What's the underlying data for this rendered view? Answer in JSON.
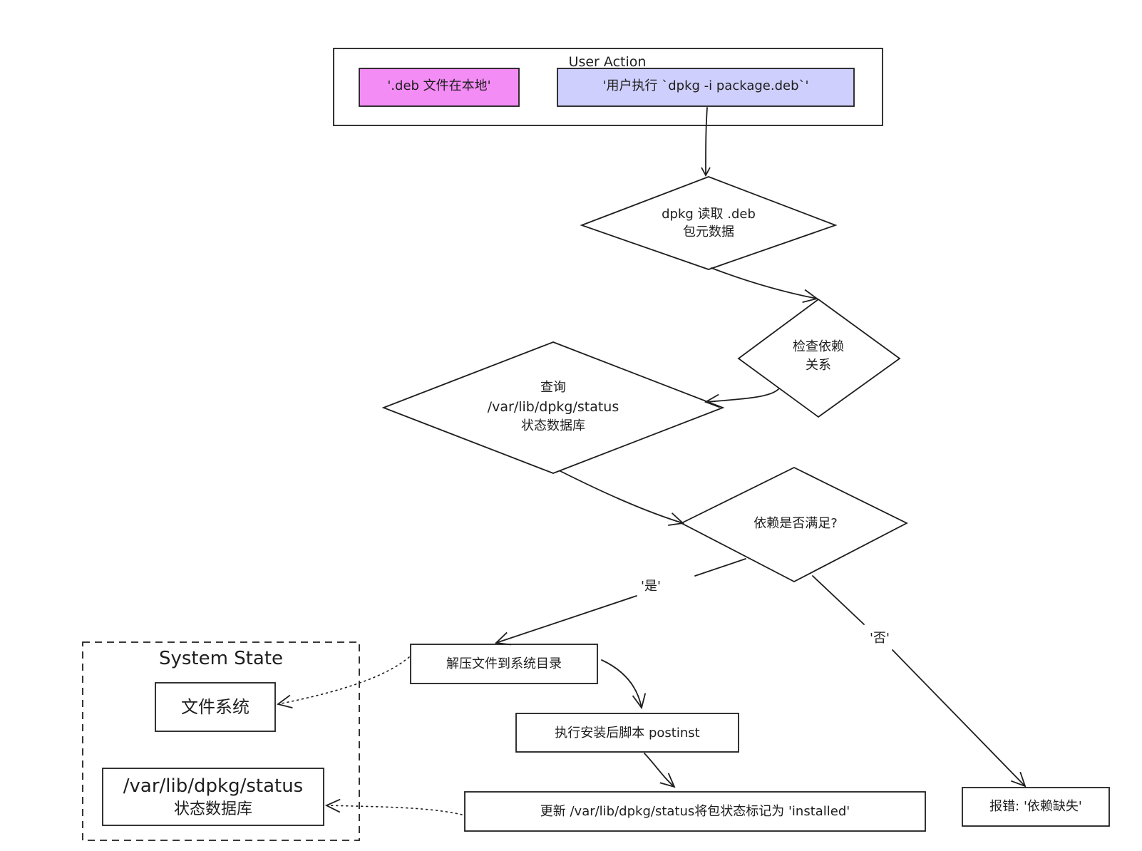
{
  "groups": {
    "user_action": "User Action",
    "system_state": "System State"
  },
  "nodes": {
    "deb_local": "'.deb 文件在本地'",
    "user_exec": "'用户执行 `dpkg -i package.deb`'",
    "read_meta_1": "dpkg 读取 .deb",
    "read_meta_2": "包元数据",
    "check_deps_1": "检查依赖",
    "check_deps_2": "关系",
    "query_status_1": "查询",
    "query_status_2": "/var/lib/dpkg/status",
    "query_status_3": "状态数据库",
    "deps_ok": "依赖是否满足?",
    "extract": "解压文件到系统目录",
    "postinst": "执行安装后脚本 postinst",
    "update_status": "更新 /var/lib/dpkg/status将包状态标记为 'installed'",
    "error": "报错: '依赖缺失'",
    "filesystem": "文件系统",
    "status_db_1": "/var/lib/dpkg/status",
    "status_db_2": "状态数据库"
  },
  "edge_labels": {
    "yes": "'是'",
    "no": "'否'"
  },
  "colors": {
    "stroke": "#1e1e1e",
    "deb_fill": "#f48cf6",
    "exec_fill": "#cfcffd",
    "background": "#ffffff"
  }
}
